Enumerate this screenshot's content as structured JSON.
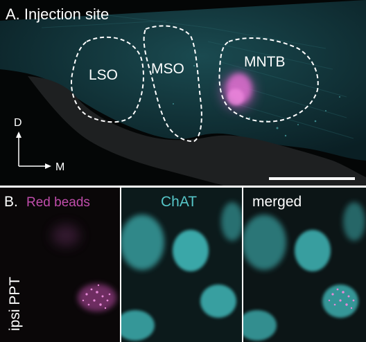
{
  "panel_a": {
    "title": "A. Injection site",
    "regions": [
      "LSO",
      "MSO",
      "MNTB"
    ],
    "axis": {
      "dorsal": "D",
      "medial": "M"
    }
  },
  "panel_b": {
    "prefix": "B.",
    "row_label": "ipsi PPT",
    "columns": [
      {
        "label": "Red beads",
        "color": "#c04dab"
      },
      {
        "label": "ChAT",
        "color": "#56c6c8"
      },
      {
        "label": "merged",
        "color": "#ffffff"
      }
    ]
  },
  "colors": {
    "magenta": "#d55fc6",
    "cyan": "#5fd2d2",
    "background": "#050708",
    "tissue": "#0e2d32"
  }
}
